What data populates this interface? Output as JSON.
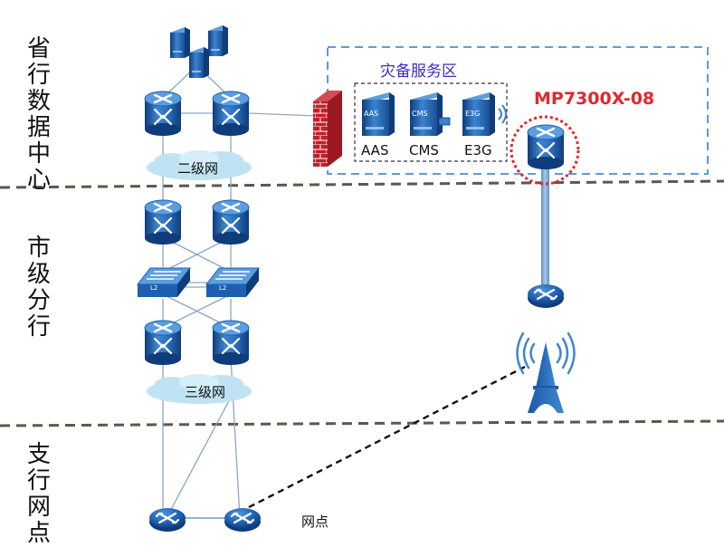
{
  "tiers": {
    "provincial": "省\n行\n数\n据\n中\n心",
    "city": "市\n级\n分\n行",
    "branch": "支\n行\n网\n点"
  },
  "networks": {
    "level2": "二级网",
    "level3": "三级网"
  },
  "dr_zone": {
    "title": "灾备服务区",
    "servers": [
      {
        "name": "AAS",
        "tag": "AAS"
      },
      {
        "name": "CMS",
        "tag": "CMS"
      },
      {
        "name": "E3G",
        "tag": "E3G"
      }
    ]
  },
  "device_model": "MP7300X-08",
  "outlet_label": "网点",
  "switch_tag": "L2",
  "colors": {
    "device_blue": "#1a5aa8",
    "cloud": "#bfe3f2",
    "firewall": "#c0202a",
    "highlight": "#e3262e",
    "zone_border": "#4a8fcf",
    "zone_title": "#3b2dbf",
    "divider": "#5a5a48"
  }
}
